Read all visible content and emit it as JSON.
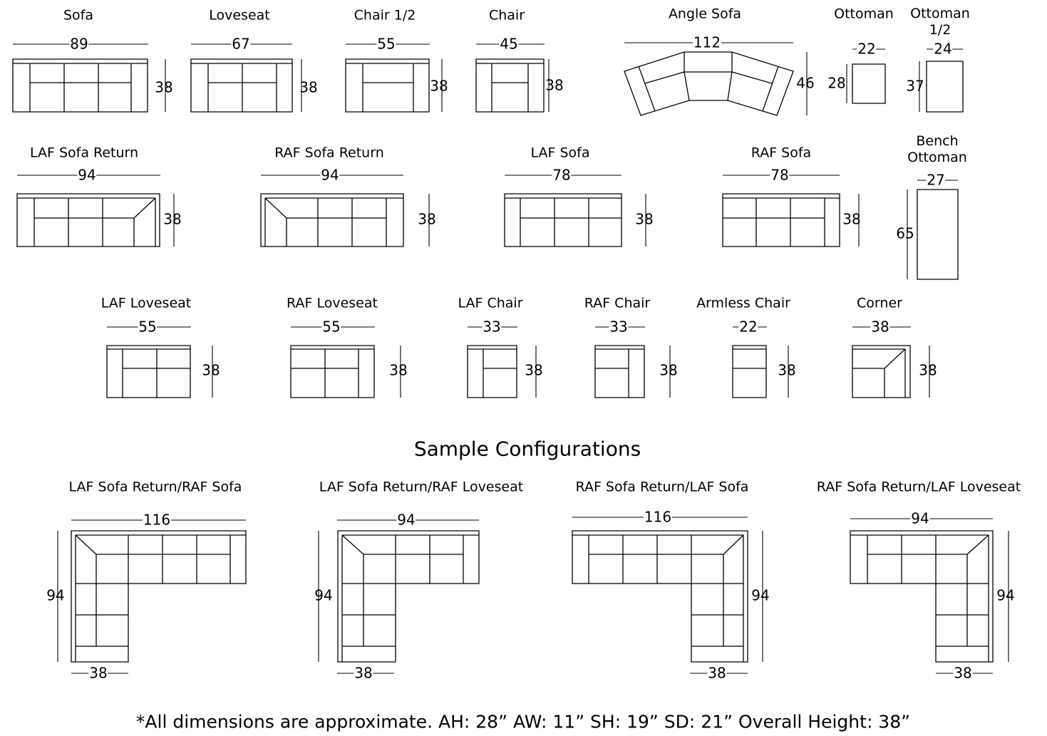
{
  "pieces": [
    {
      "name": "Sofa",
      "width": "89",
      "depth": "38"
    },
    {
      "name": "Loveseat",
      "width": "67",
      "depth": "38"
    },
    {
      "name": "Chair 1/2",
      "width": "55",
      "depth": "38"
    },
    {
      "name": "Chair",
      "width": "45",
      "depth": "38"
    },
    {
      "name": "Angle Sofa",
      "width": "112",
      "depth": "46"
    },
    {
      "name": "Ottoman",
      "width": "22",
      "depth": "28"
    },
    {
      "name": "Ottoman 1/2",
      "width": "24",
      "depth": "37"
    },
    {
      "name": "LAF Sofa Return",
      "width": "94",
      "depth": "38"
    },
    {
      "name": "RAF Sofa Return",
      "width": "94",
      "depth": "38"
    },
    {
      "name": "LAF Sofa",
      "width": "78",
      "depth": "38"
    },
    {
      "name": "RAF Sofa",
      "width": "78",
      "depth": "38"
    },
    {
      "name": "Bench Ottoman",
      "width": "27",
      "depth": "65"
    },
    {
      "name": "LAF Loveseat",
      "width": "55",
      "depth": "38"
    },
    {
      "name": "RAF Loveseat",
      "width": "55",
      "depth": "38"
    },
    {
      "name": "LAF Chair",
      "width": "33",
      "depth": "38"
    },
    {
      "name": "RAF Chair",
      "width": "33",
      "depth": "38"
    },
    {
      "name": "Armless Chair",
      "width": "22",
      "depth": "38"
    },
    {
      "name": "Corner",
      "width": "38",
      "depth": "38"
    }
  ],
  "section_title": "Sample Configurations",
  "configurations": [
    {
      "name": "LAF Sofa Return/RAF Sofa",
      "width": "116",
      "depth": "94",
      "return_width": "38"
    },
    {
      "name": "LAF Sofa Return/RAF Loveseat",
      "width": "94",
      "depth": "94",
      "return_width": "38"
    },
    {
      "name": "RAF Sofa Return/LAF Sofa",
      "width": "116",
      "depth": "94",
      "return_width": "38"
    },
    {
      "name": "RAF Sofa Return/LAF Loveseat",
      "width": "94",
      "depth": "94",
      "return_width": "38"
    }
  ],
  "footnote": "*All dimensions are approximate. AH: 28” AW: 11” SH: 19” SD: 21” Overall Height: 38”"
}
